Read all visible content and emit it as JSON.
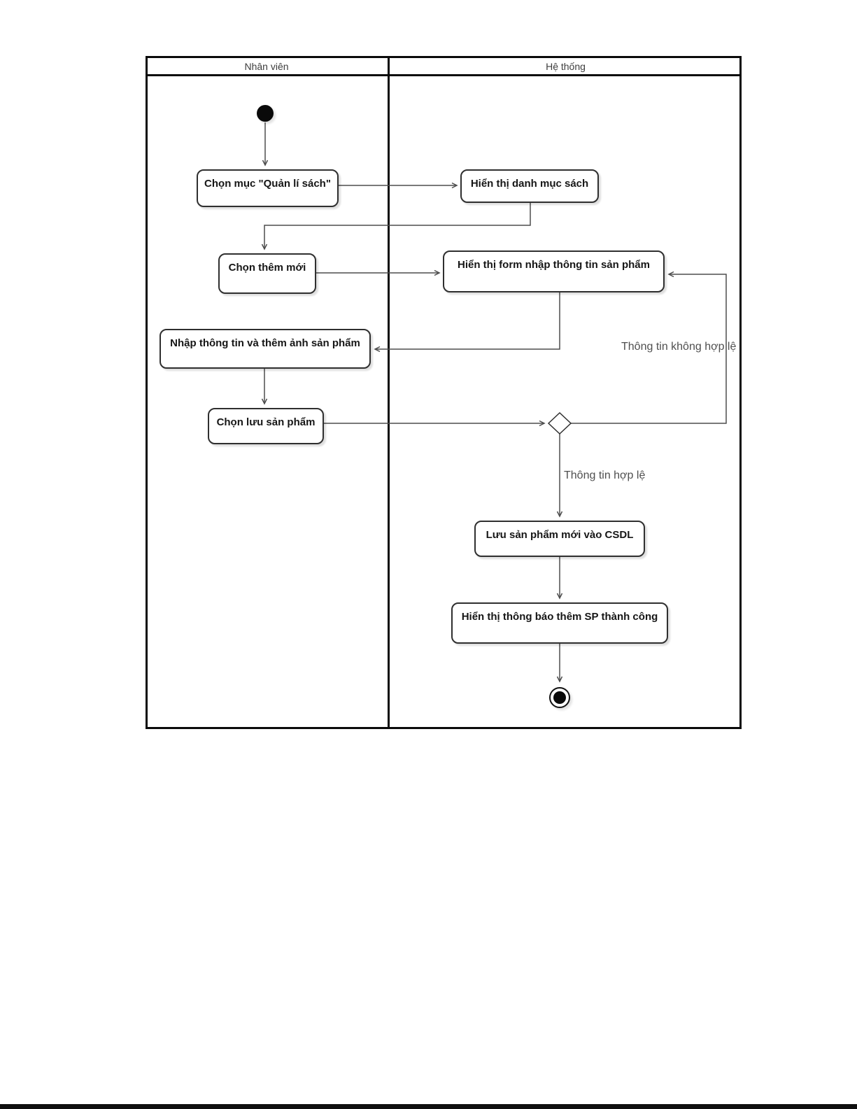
{
  "diagram": {
    "type": "uml-activity-swimlane",
    "lanes": {
      "left": "Nhân viên",
      "right": "Hệ thống"
    },
    "nodes": {
      "choose_menu": "Chọn mục \"Quản lí sách\"",
      "show_catalog": "Hiển thị danh mục sách",
      "choose_add": "Chọn thêm mới",
      "show_form": "Hiển thị form nhập thông tin sản phẩm",
      "enter_info": "Nhập thông tin và thêm ảnh sản phẩm",
      "choose_save": "Chọn lưu sản phẩm",
      "save_db": "Lưu sản phẩm mới vào CSDL",
      "show_success": "Hiển thị thông báo thêm SP thành công"
    },
    "guards": {
      "invalid": "Thông tin không hợp lệ",
      "valid": "Thông tin hợp lệ"
    },
    "colors": {
      "node_border": "#2f2f2f",
      "node_fill": "#ffffff",
      "node_text": "#161616",
      "edge": "#4d4d4d",
      "guard_text": "#4f4f4f",
      "lane_border": "#0a0a0a",
      "page_bar": "#0f0f0f"
    }
  }
}
